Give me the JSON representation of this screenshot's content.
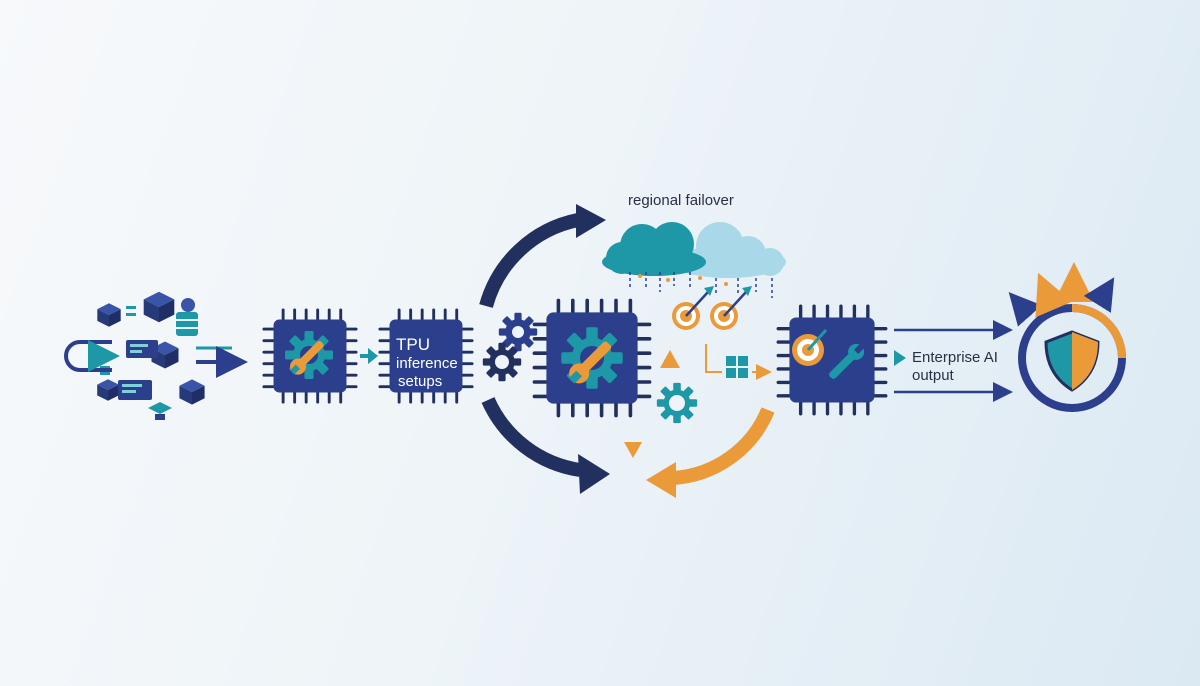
{
  "labels": {
    "regional_failover": "regional failover",
    "tpu_line1": "TPU",
    "tpu_line2": "inference",
    "tpu_line3": "setups",
    "output_line1": "Enterprise AI",
    "output_line2": "output"
  },
  "colors": {
    "navy": "#2c3f8c",
    "dark_navy": "#22305f",
    "teal": "#1e98a6",
    "orange": "#eb9a3a",
    "light_blue": "#a9d8e8",
    "background": "#eef4f8"
  },
  "icons": {
    "data_sources": "database-cubes-icon",
    "processor_a": "chip-gear-wrench-icon",
    "processor_b": "tpu-chip-icon",
    "processor_c": "chip-gear-wrench-icon",
    "processor_d": "chip-target-wrench-icon",
    "cloud": "cloud-icon",
    "target": "target-icon",
    "shield": "shield-icon"
  }
}
